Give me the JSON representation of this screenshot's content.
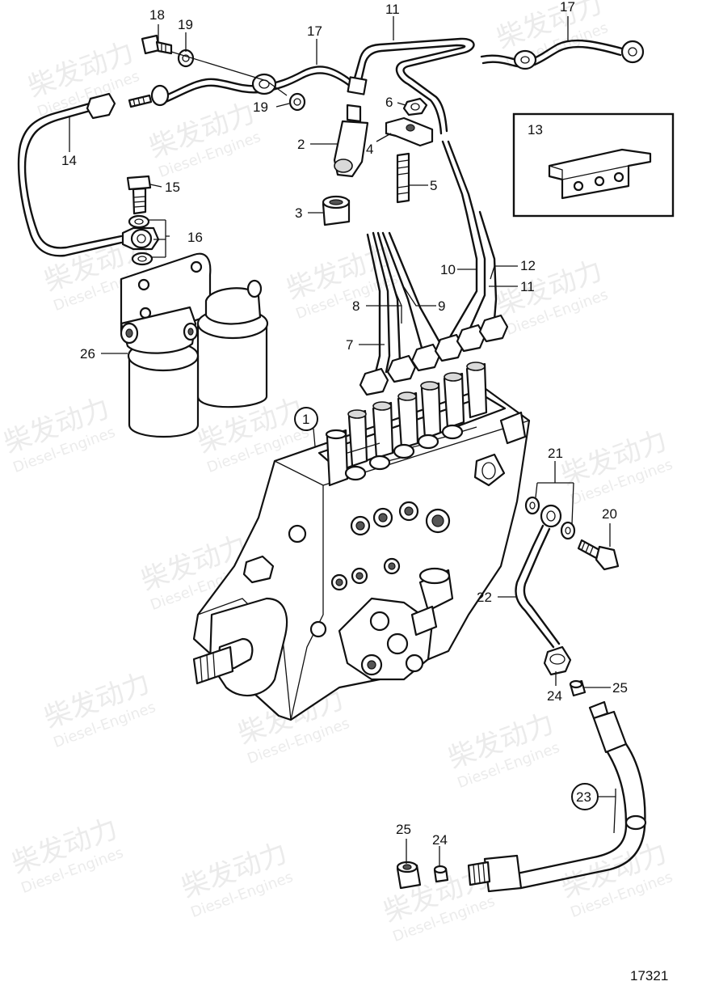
{
  "diagram": {
    "drawing_number": "17321",
    "watermark_main": "柴发动力",
    "watermark_sub": "Diesel-Engines",
    "callouts": [
      {
        "id": "c18",
        "text": "18"
      },
      {
        "id": "c19a",
        "text": "19"
      },
      {
        "id": "c17a",
        "text": "17"
      },
      {
        "id": "c11a",
        "text": "11"
      },
      {
        "id": "c17b",
        "text": "17"
      },
      {
        "id": "c19b",
        "text": "19"
      },
      {
        "id": "c6",
        "text": "6"
      },
      {
        "id": "c14",
        "text": "14"
      },
      {
        "id": "c2",
        "text": "2"
      },
      {
        "id": "c4",
        "text": "4"
      },
      {
        "id": "c13",
        "text": "13"
      },
      {
        "id": "c15",
        "text": "15"
      },
      {
        "id": "c5",
        "text": "5"
      },
      {
        "id": "c3",
        "text": "3"
      },
      {
        "id": "c16",
        "text": "16"
      },
      {
        "id": "c10",
        "text": "10"
      },
      {
        "id": "c12",
        "text": "12"
      },
      {
        "id": "c11b",
        "text": "11"
      },
      {
        "id": "c8",
        "text": "8"
      },
      {
        "id": "c9",
        "text": "9"
      },
      {
        "id": "c7",
        "text": "7"
      },
      {
        "id": "c26",
        "text": "26"
      },
      {
        "id": "c1",
        "text": "1"
      },
      {
        "id": "c21",
        "text": "21"
      },
      {
        "id": "c20",
        "text": "20"
      },
      {
        "id": "c22",
        "text": "22"
      },
      {
        "id": "c24a",
        "text": "24"
      },
      {
        "id": "c25a",
        "text": "25"
      },
      {
        "id": "c23",
        "text": "23"
      },
      {
        "id": "c25b",
        "text": "25"
      },
      {
        "id": "c24b",
        "text": "24"
      }
    ]
  }
}
